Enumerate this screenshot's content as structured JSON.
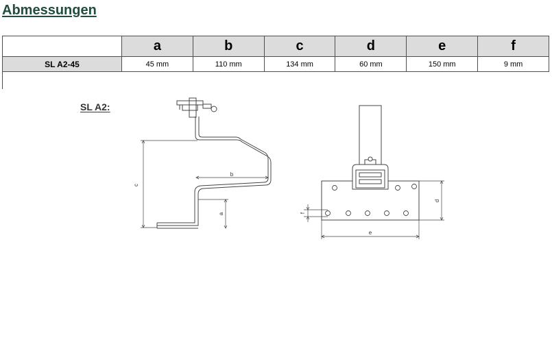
{
  "heading": "Abmessungen",
  "table": {
    "columns": [
      "a",
      "b",
      "c",
      "d",
      "e",
      "f"
    ],
    "rows": [
      {
        "model": "SL A2-45",
        "values": [
          "45 mm",
          "110 mm",
          "134 mm",
          "60 mm",
          "150 mm",
          "9 mm"
        ]
      }
    ]
  },
  "figure": {
    "label": "SL A2:",
    "dims": {
      "a": "a",
      "b": "b",
      "c": "c",
      "d": "d",
      "e": "e",
      "f": "f"
    }
  }
}
